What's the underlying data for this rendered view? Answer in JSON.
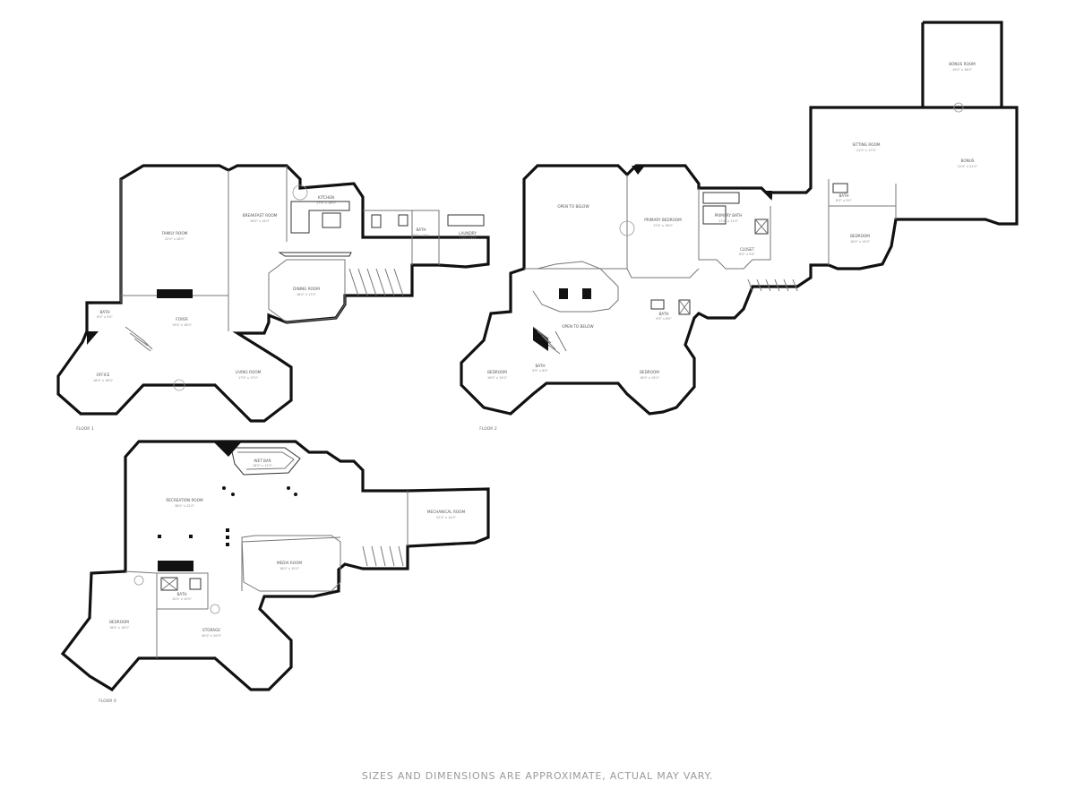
{
  "plans": [
    {
      "id": "main-floor",
      "floor_label": "FLOOR 1",
      "rooms": [
        {
          "key": "family-room",
          "label": "FAMILY ROOM",
          "dims": "22'0\" x 28'0\""
        },
        {
          "key": "breakfast-room",
          "label": "BREAKFAST ROOM",
          "dims": "16'0\" x 14'0\""
        },
        {
          "key": "kitchen",
          "label": "KITCHEN",
          "dims": "17'0\" x 16'0\""
        },
        {
          "key": "dining-room",
          "label": "DINING ROOM",
          "dims": "18'0\" x 17'0\""
        },
        {
          "key": "laundry",
          "label": "LAUNDRY",
          "dims": "11'0\" x 9'0\""
        },
        {
          "key": "bath-main",
          "label": "BATH",
          "dims": "8'0\" x 5'0\""
        },
        {
          "key": "bath-small",
          "label": "BATH",
          "dims": "6'0\" x 5'0\""
        },
        {
          "key": "foyer",
          "label": "FOYER",
          "dims": "19'0\" x 18'0\""
        },
        {
          "key": "office",
          "label": "OFFICE",
          "dims": "16'0\" x 16'0\""
        },
        {
          "key": "living-room",
          "label": "LIVING ROOM",
          "dims": "17'0\" x 17'0\""
        }
      ]
    },
    {
      "id": "upper-floor",
      "floor_label": "FLOOR 2",
      "rooms": [
        {
          "key": "open-to-below-1",
          "label": "OPEN TO BELOW",
          "dims": ""
        },
        {
          "key": "primary-bedroom",
          "label": "PRIMARY BEDROOM",
          "dims": "17'0\" x 18'0\""
        },
        {
          "key": "primary-bath",
          "label": "PRIMARY BATH",
          "dims": "17'0\" x 11'0\""
        },
        {
          "key": "closet",
          "label": "CLOSET",
          "dims": "6'0\" x 5'0\""
        },
        {
          "key": "sitting-room",
          "label": "SITTING ROOM",
          "dims": "21'0\" x 17'0\""
        },
        {
          "key": "bonus-room",
          "label": "BONUS ROOM",
          "dims": "19'0\" x 18'0\""
        },
        {
          "key": "bonus",
          "label": "BONUS",
          "dims": "31'0\" x 22'0\""
        },
        {
          "key": "bedroom-east",
          "label": "BEDROOM",
          "dims": "16'0\" x 14'0\""
        },
        {
          "key": "bath-upper-east",
          "label": "BATH",
          "dims": "8'0\" x 5'0\""
        },
        {
          "key": "open-to-below-2",
          "label": "OPEN TO BELOW",
          "dims": ""
        },
        {
          "key": "bedroom-sw",
          "label": "BEDROOM",
          "dims": "16'0\" x 15'0\""
        },
        {
          "key": "bath-upper-mid",
          "label": "BATH",
          "dims": "9'0\" x 8'0\""
        },
        {
          "key": "bedroom-se",
          "label": "BEDROOM",
          "dims": "16'0\" x 15'0\""
        },
        {
          "key": "bath-upper-right",
          "label": "BATH",
          "dims": "9'0\" x 8'0\""
        }
      ]
    },
    {
      "id": "lower-floor",
      "floor_label": "FLOOR 0",
      "rooms": [
        {
          "key": "wet-bar",
          "label": "WET BAR",
          "dims": "18'0\" x 12'0\""
        },
        {
          "key": "recreation-room",
          "label": "RECREATION ROOM",
          "dims": "38'0\" x 22'0\""
        },
        {
          "key": "mechanical-room",
          "label": "MECHANICAL ROOM",
          "dims": "22'0\" x 14'0\""
        },
        {
          "key": "media-room",
          "label": "MEDIA ROOM",
          "dims": "18'0\" x 15'0\""
        },
        {
          "key": "bath-lower",
          "label": "BATH",
          "dims": "10'0\" x 10'0\""
        },
        {
          "key": "bedroom-lower",
          "label": "BEDROOM",
          "dims": "18'0\" x 16'0\""
        },
        {
          "key": "storage",
          "label": "STORAGE",
          "dims": "40'0\" x 20'0\""
        }
      ]
    }
  ],
  "disclaimer": "SIZES AND DIMENSIONS ARE APPROXIMATE, ACTUAL MAY VARY."
}
